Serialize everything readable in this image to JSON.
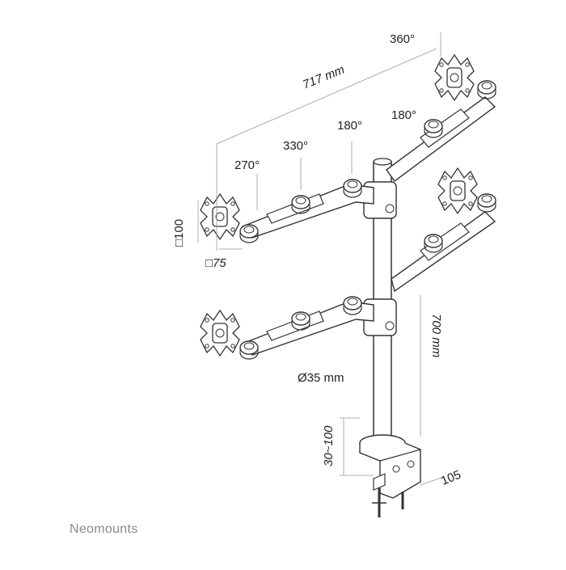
{
  "dimensions": {
    "rotation_top": "360°",
    "width_total": "717 mm",
    "joint_right_upper": "180°",
    "joint_mid_upper": "180°",
    "joint_330": "330°",
    "joint_270": "270°",
    "vesa_100": "□100",
    "vesa_75": "□75",
    "pole_height": "700 mm",
    "pole_diameter": "Ø35 mm",
    "desk_thickness": "30~100",
    "clamp_depth": "105"
  },
  "brand": "Neomounts",
  "colors": {
    "line": "#333333",
    "fill": "#ffffff",
    "brand": "#8a8a8a"
  }
}
